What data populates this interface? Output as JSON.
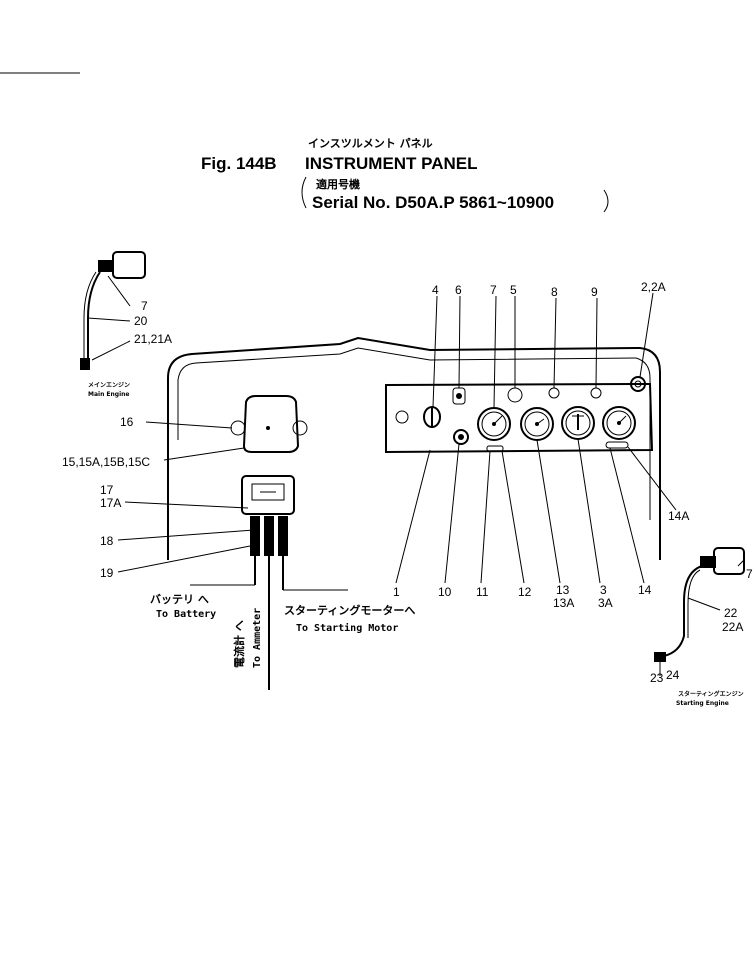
{
  "header": {
    "title_ja": "インスツルメント パネル",
    "fig_label": "Fig. 144B",
    "title_en": "INSTRUMENT PANEL",
    "serial_ja": "適用号機",
    "serial": "Serial No. D50A.P 5861~10900"
  },
  "callouts": {
    "c4": "4",
    "c6": "6",
    "c7": "7",
    "c5": "5",
    "c8": "8",
    "c9": "9",
    "c2_2a": "2,2A",
    "c1": "1",
    "c10": "10",
    "c11": "11",
    "c12": "12",
    "c13": "13",
    "c13a": "13A",
    "c3": "3",
    "c3a": "3A",
    "c14": "14",
    "c14a": "14A",
    "c16": "16",
    "c15": "15,15A,15B,15C",
    "c17": "17",
    "c17a": "17A",
    "c18": "18",
    "c19": "19",
    "c7_main": "7",
    "c20": "20",
    "c21": "21,21A",
    "c7_start": "7",
    "c22": "22",
    "c22a": "22A",
    "c23": "23",
    "c24": "24"
  },
  "labels": {
    "main_engine_ja": "メインエンジン",
    "main_engine_en": "Main Engine",
    "starting_engine_ja": "スターティングエンジン",
    "starting_engine_en": "Starting Engine",
    "battery_ja": "バッテリ へ",
    "battery_en": "To Battery",
    "ammeter_ja": "電流計 へ",
    "ammeter_en": "To Ammeter",
    "starting_motor_ja": "スターティングモーターへ",
    "starting_motor_en": "To Starting Motor"
  }
}
